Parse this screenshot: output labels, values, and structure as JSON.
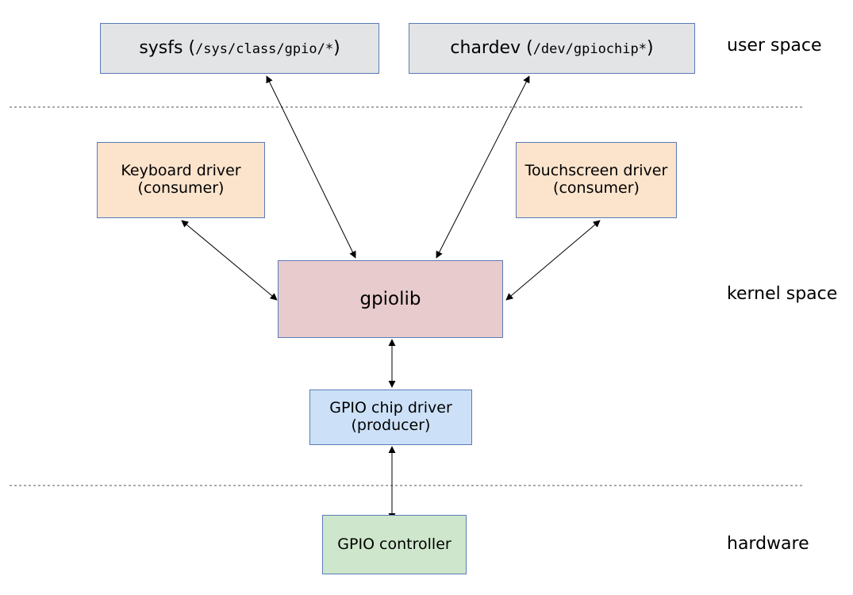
{
  "colors": {
    "user_box": "#e3e4e5",
    "consumer_box": "#fbe3cc",
    "gpiolib_box": "#e8cbcd",
    "producer_box": "#cce1f7",
    "controller_box": "#cee6cb",
    "border": "#5b7ab8"
  },
  "boxes": {
    "sysfs": {
      "name": "sysfs",
      "open": " (",
      "path": "/sys/class/gpio/*",
      "close": ")"
    },
    "chardev": {
      "name": "chardev",
      "open": " (",
      "path": "/dev/gpiochip*",
      "close": ")"
    },
    "keyboard": {
      "line1": "Keyboard driver",
      "line2": "(consumer)"
    },
    "touchscreen": {
      "line1": "Touchscreen driver",
      "line2": "(consumer)"
    },
    "gpiolib": {
      "label": "gpiolib"
    },
    "chip_driver": {
      "line1": "GPIO chip driver",
      "line2": "(producer)"
    },
    "controller": {
      "label": "GPIO controller"
    }
  },
  "layers": {
    "user": "user space",
    "kernel": "kernel space",
    "hardware": "hardware"
  }
}
